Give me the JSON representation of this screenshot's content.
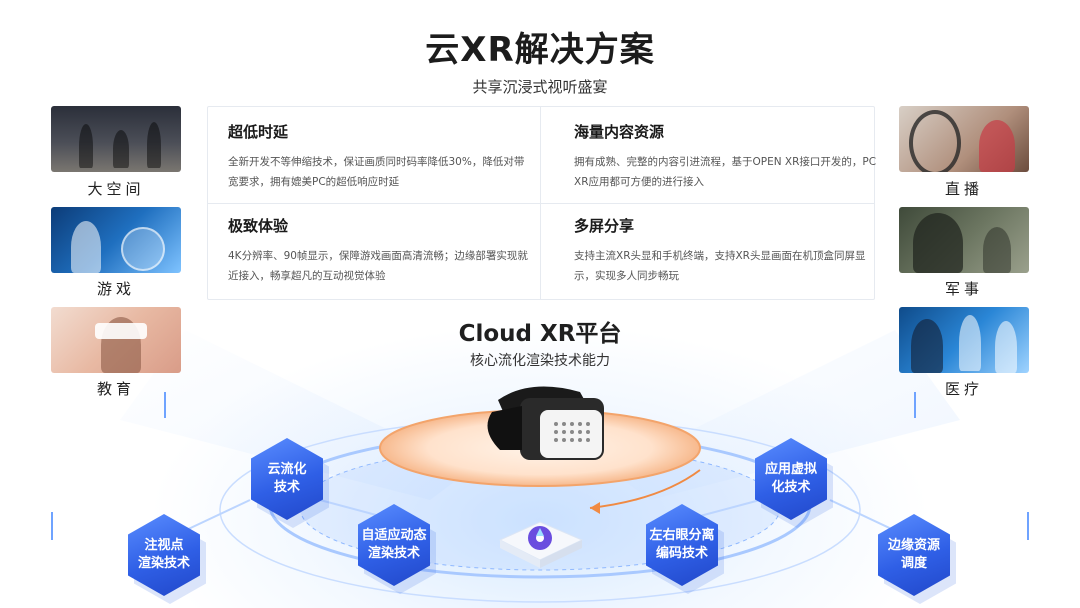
{
  "header": {
    "title": "云XR解决方案",
    "subtitle": "共享沉浸式视听盛宴"
  },
  "scenarios_left": [
    {
      "label": "大空间"
    },
    {
      "label": "游戏"
    },
    {
      "label": "教育"
    }
  ],
  "scenarios_right": [
    {
      "label": "直播"
    },
    {
      "label": "军事"
    },
    {
      "label": "医疗"
    }
  ],
  "features": [
    {
      "title": "超低时延",
      "desc": "全新开发不等伸缩技术，保证画质同时码率降低30%，降低对带宽要求，拥有媲美PC的超低响应时延"
    },
    {
      "title": "海量内容资源",
      "desc": "拥有成熟、完整的内容引进流程，基于OPEN XR接口开发的，PC XR应用都可方便的进行接入"
    },
    {
      "title": "极致体验",
      "desc": "4K分辨率、90帧显示，保障游戏画面高清流畅；边缘部署实现就近接入，畅享超凡的互动视觉体验"
    },
    {
      "title": "多屏分享",
      "desc": "支持主流XR头显和手机终端，支持XR头显画面在机顶盒同屏显示，实现多人同步畅玩"
    }
  ],
  "platform": {
    "title": "Cloud XR平台",
    "subtitle": "核心流化渲染技术能力"
  },
  "technologies": [
    {
      "line1": "注视点",
      "line2": "渲染技术"
    },
    {
      "line1": "云流化",
      "line2": "技术"
    },
    {
      "line1": "自适应动态",
      "line2": "渲染技术"
    },
    {
      "line1": "左右眼分离",
      "line2": "编码技术"
    },
    {
      "line1": "应用虚拟",
      "line2": "化技术"
    },
    {
      "line1": "边缘资源",
      "line2": "调度"
    }
  ],
  "colors": {
    "hex_blue": "#2f5fe6",
    "ring_blue": "#9cc4ff",
    "ring_orange": "#f3a46b"
  }
}
